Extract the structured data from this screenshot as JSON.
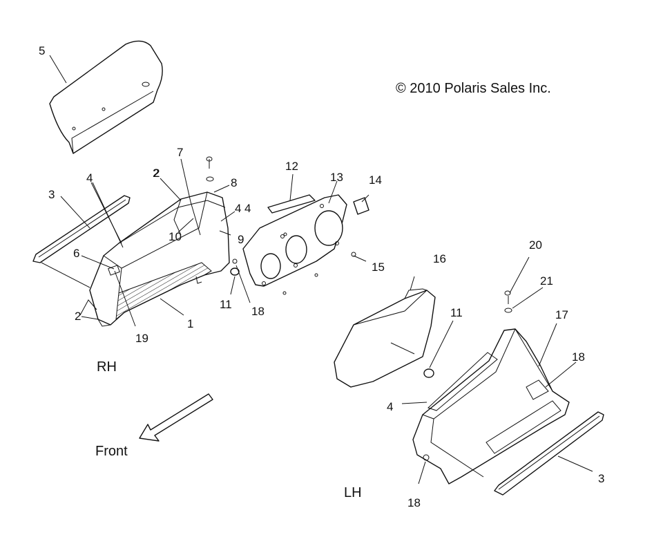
{
  "copyright": "© 2010 Polaris Sales Inc.",
  "side_labels": {
    "rh": "RH",
    "lh": "LH",
    "front": "Front"
  },
  "callouts": [
    "5",
    "7",
    "2",
    "8",
    "4",
    "3",
    "4",
    "2",
    "6",
    "10",
    "4",
    "9",
    "12",
    "13",
    "14",
    "15",
    "11",
    "18",
    "2",
    "19",
    "1",
    "16",
    "11",
    "20",
    "21",
    "17",
    "18",
    "4",
    "18",
    "3"
  ]
}
